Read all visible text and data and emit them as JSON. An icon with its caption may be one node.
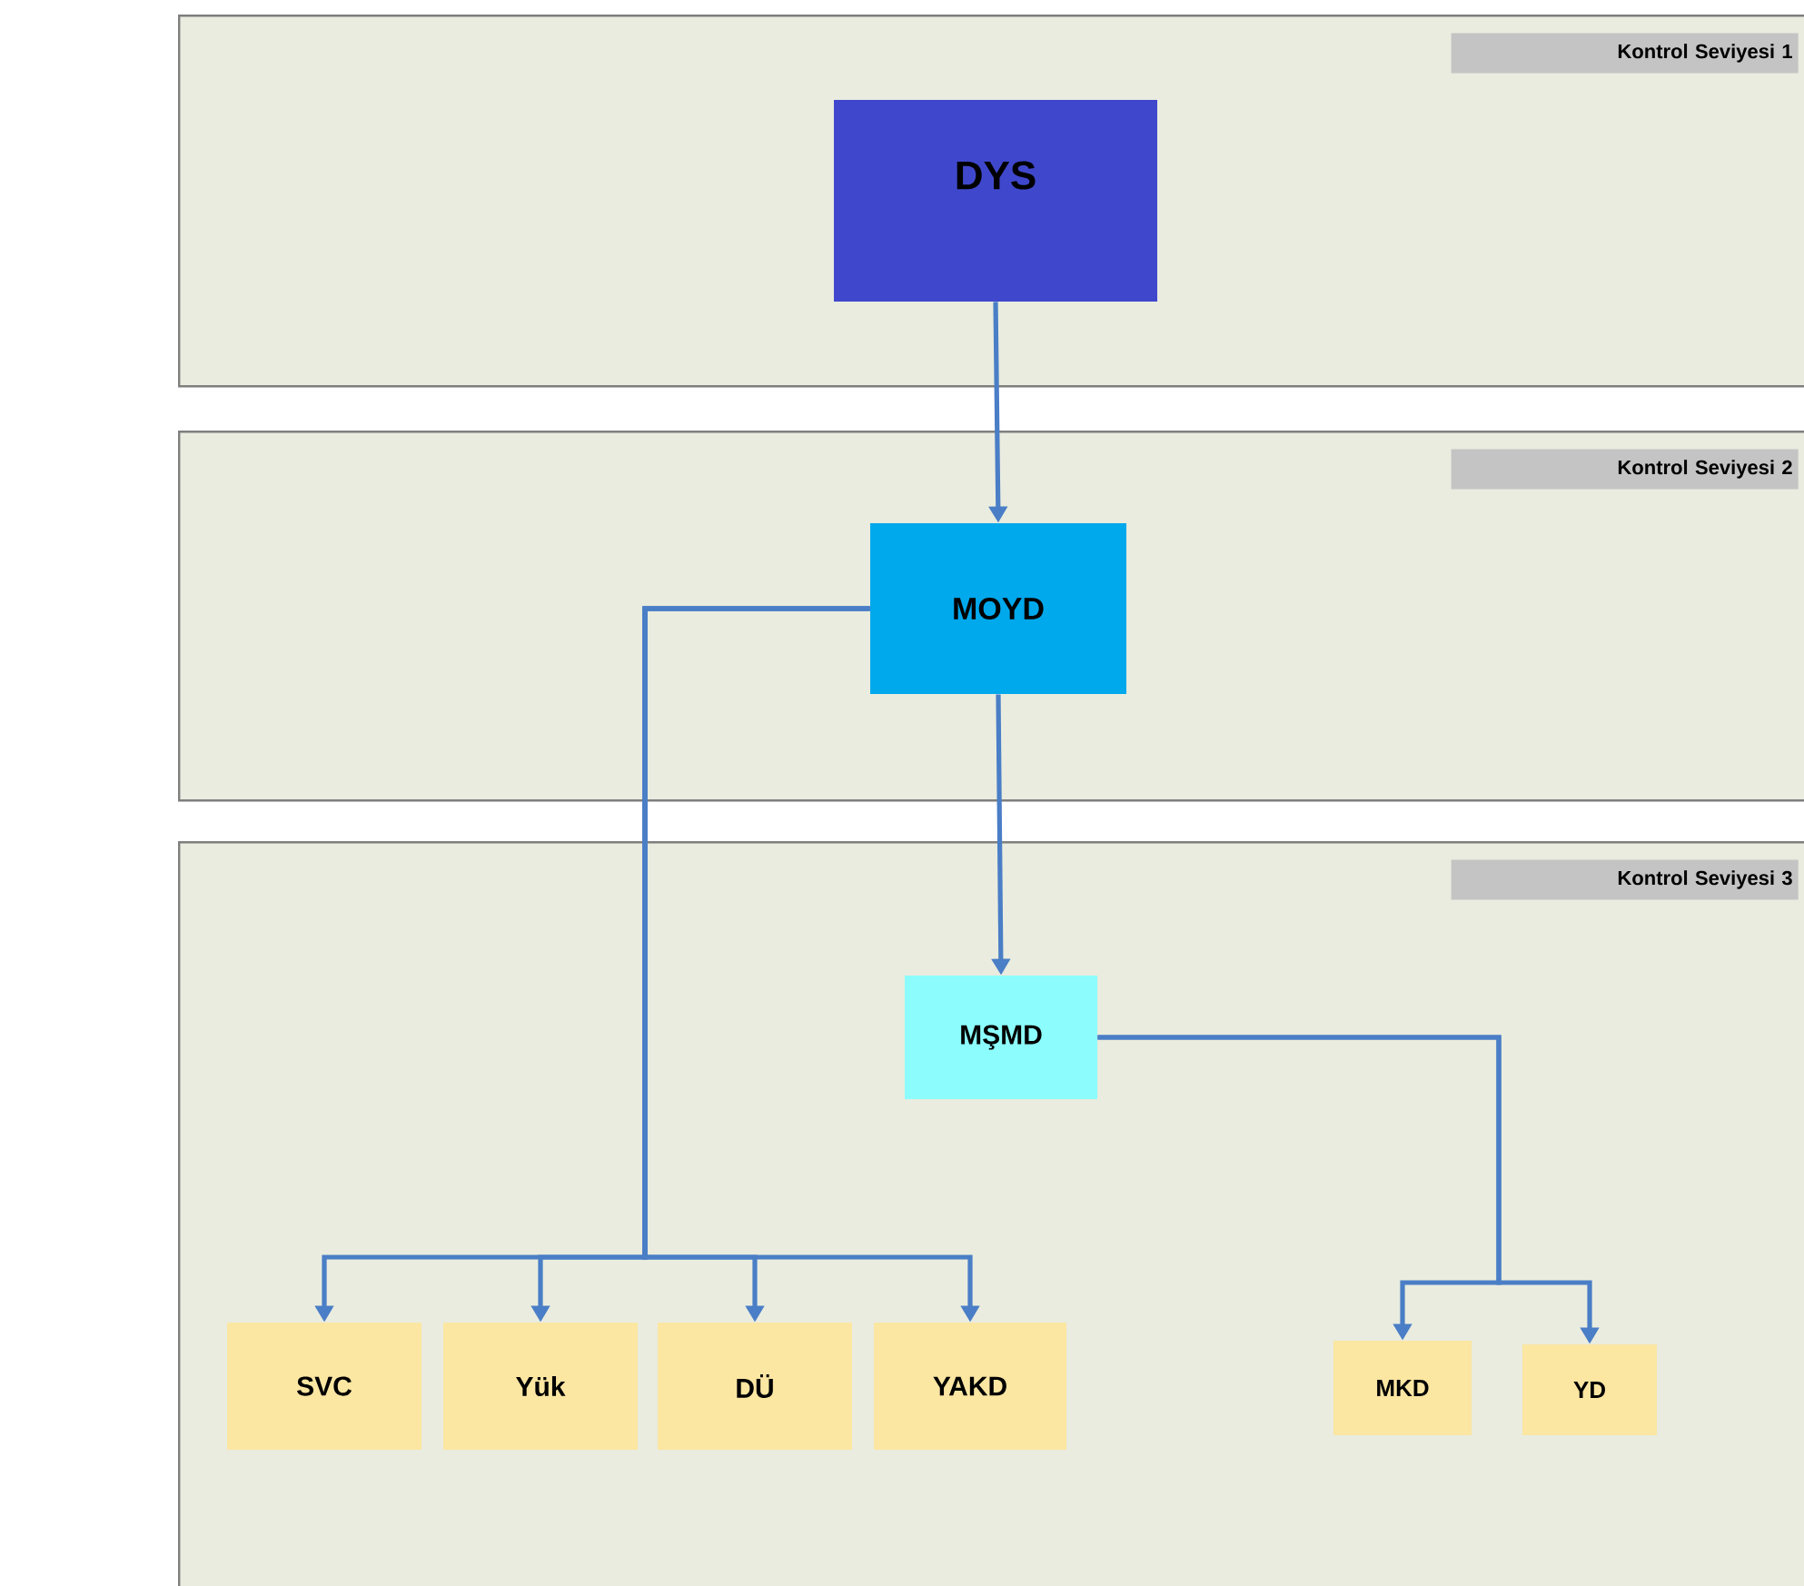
{
  "diagram": {
    "nodes": [
      {
        "text": [
          "Kontrol Seviyesi 1"
        ]
      },
      {
        "text": [
          "DYS"
        ],
        "in": 0
      },
      {
        "text": [
          "Kontrol Seviyesi 2"
        ]
      },
      {
        "text": [
          "MOYD"
        ],
        "in": 2
      },
      {
        "text": [
          "Kontrol Seviyesi 3"
        ]
      },
      {
        "text": [
          "MŞMD"
        ],
        "in": 4
      },
      {
        "text": [
          "SVC"
        ],
        "in": 4
      },
      {
        "text": [
          "Yük"
        ],
        "in": 4
      },
      {
        "text": [
          "DÜ"
        ],
        "in": 4
      },
      {
        "text": [
          "YAKD"
        ],
        "in": 4
      },
      {
        "text": [
          "MKD"
        ],
        "in": 4
      },
      {
        "text": [
          "YD"
        ],
        "in": 4
      }
    ],
    "edges": [
      {
        "from": 1,
        "to": 3,
        "arrow": "to"
      },
      {
        "from": 3,
        "to": 5,
        "arrow": "to"
      },
      {
        "from": 3,
        "to": 6,
        "arrow": "to"
      },
      {
        "from": 3,
        "to": 7,
        "arrow": "to"
      },
      {
        "from": 3,
        "to": 8,
        "arrow": "to"
      },
      {
        "from": 3,
        "to": 9,
        "arrow": "to"
      },
      {
        "from": 5,
        "to": 10,
        "arrow": "to"
      },
      {
        "from": 5,
        "to": 11,
        "arrow": "to"
      }
    ]
  }
}
